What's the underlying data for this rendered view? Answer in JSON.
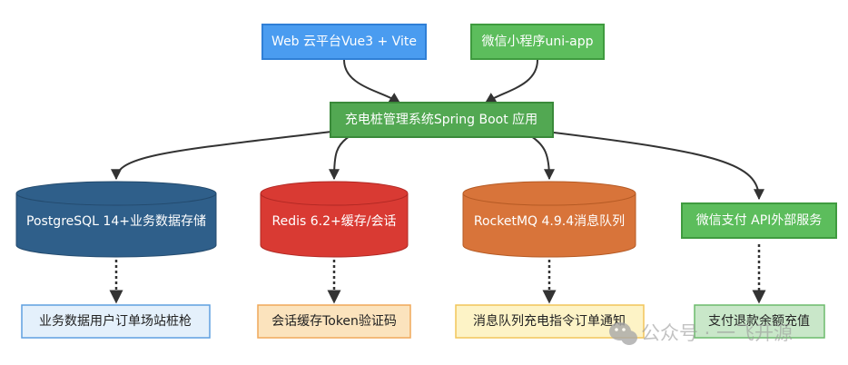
{
  "diagram": {
    "type": "flowchart",
    "nodes": {
      "web": {
        "label": "Web 云平台Vue3 + Vite",
        "shape": "rect",
        "fill": "#4a9cf0",
        "stroke": "#2f7fd6"
      },
      "mini": {
        "label": "微信小程序uni-app",
        "shape": "rect",
        "fill": "#5cbd5c",
        "stroke": "#3f9b3f"
      },
      "app": {
        "label": "充电桩管理系统Spring Boot 应用",
        "shape": "rect",
        "fill": "#52a852",
        "stroke": "#3a8a3a"
      },
      "pg": {
        "label": "PostgreSQL 14+业务数据存储",
        "shape": "cylinder",
        "fill": "#2f5f8a",
        "stroke": "#234a6d"
      },
      "redis": {
        "label": "Redis 6.2+缓存/会话",
        "shape": "cylinder",
        "fill": "#d93a33",
        "stroke": "#b02823"
      },
      "mq": {
        "label": "RocketMQ 4.9.4消息队列",
        "shape": "cylinder",
        "fill": "#d8743a",
        "stroke": "#b55a24"
      },
      "pay": {
        "label": "微信支付 API外部服务",
        "shape": "rect",
        "fill": "#5cbd5c",
        "stroke": "#3f9b3f"
      },
      "pg_note": {
        "label": "业务数据用户订单场站桩枪",
        "shape": "rect",
        "fill": "#e4f0fb",
        "stroke": "#5f9fe0"
      },
      "redis_note": {
        "label": "会话缓存Token验证码",
        "shape": "rect",
        "fill": "#fbe3bd",
        "stroke": "#f0a85a"
      },
      "mq_note": {
        "label": "消息队列充电指令订单通知",
        "shape": "rect",
        "fill": "#fdf3c6",
        "stroke": "#f2c55a"
      },
      "pay_note": {
        "label": "支付退款余额充值",
        "shape": "rect",
        "fill": "#c9e7c9",
        "stroke": "#6cbb6c"
      }
    },
    "edges": [
      {
        "from": "web",
        "to": "app",
        "style": "solid"
      },
      {
        "from": "mini",
        "to": "app",
        "style": "solid"
      },
      {
        "from": "app",
        "to": "pg",
        "style": "solid"
      },
      {
        "from": "app",
        "to": "redis",
        "style": "solid"
      },
      {
        "from": "app",
        "to": "mq",
        "style": "solid"
      },
      {
        "from": "app",
        "to": "pay",
        "style": "solid"
      },
      {
        "from": "pg",
        "to": "pg_note",
        "style": "dotted"
      },
      {
        "from": "redis",
        "to": "redis_note",
        "style": "dotted"
      },
      {
        "from": "mq",
        "to": "mq_note",
        "style": "dotted"
      },
      {
        "from": "pay",
        "to": "pay_note",
        "style": "dotted"
      }
    ]
  },
  "watermark": {
    "icon": "wechat-icon",
    "text": "公众号 · 一飞开源"
  }
}
